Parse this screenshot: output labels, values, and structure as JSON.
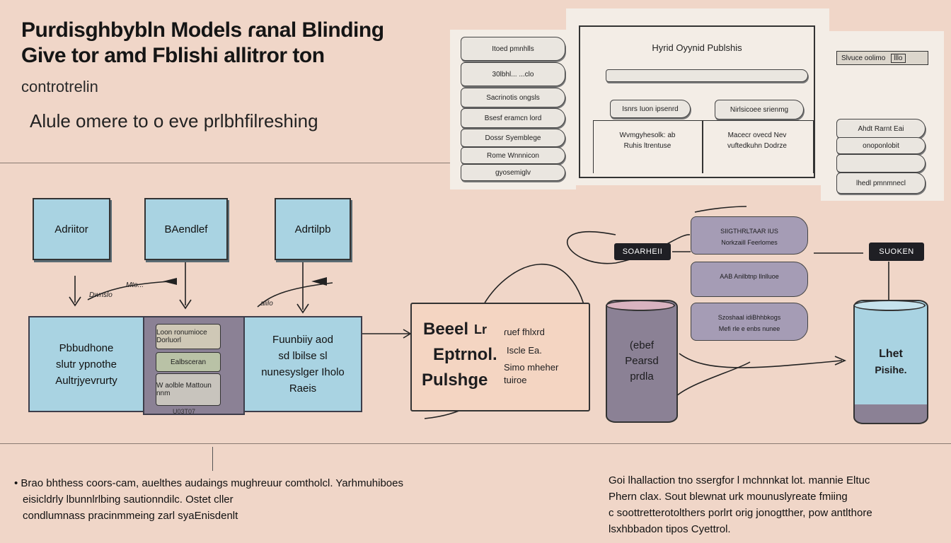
{
  "header": {
    "title_line1": "Purdisghbybln Models ɾanal Blinding",
    "title_line2": "Give tor amd Fblishi allitror ton",
    "subtitle": "controtrelin",
    "tagline": "Alule omere to o eve prlbhfilreshing"
  },
  "top_left_stack": [
    "Itoed pmnhlls",
    "30lbhl... ...clo",
    "Sacrinotis ongsls",
    "Bsesf eramcn lord",
    "Dossr Syemblege",
    "Rome Wnnnicon",
    "gyosemiglv"
  ],
  "top_panel": {
    "title": "Hyrid Oyynid Publshis",
    "sub_left_tab": "Isnrs Iuon ipsenrd",
    "sub_right_tab": "Nirlsicoee srienmg",
    "col_left": [
      "Wvmgyhesolk: ab",
      "Ruhis ltrentuse"
    ],
    "col_right": [
      "Macecr ovecd Nev",
      "vuftedkuhn Dodrze"
    ]
  },
  "top_right": {
    "label": "Slvuce oolimo",
    "badge": "lllo",
    "stack": [
      "Ahdt Rarnt Eai",
      "onoponlobit",
      "",
      "lhedl pmnmnecl"
    ]
  },
  "row1_boxes": [
    "Adriitor",
    "BAendlef",
    "Adrtilpb"
  ],
  "arrow_scribbles": [
    "Dwnslo",
    "Mto...",
    "alilo"
  ],
  "left_box": [
    "Pbbudhone",
    "slutr ypnothe",
    "Aultrjyevrurty"
  ],
  "middle_panel": {
    "items": [
      "Loon ronumioce Dorluorl",
      "Ealbsceran",
      "W aolble Mattoun nnm"
    ],
    "footer": "U03T07"
  },
  "right_box": [
    "Fuunbiiy aod",
    "sd lbilse sl",
    "nunesyslger Iholo",
    "Raeis"
  ],
  "pink_box": {
    "big1": "Beeel",
    "big1b": "Lr",
    "big2": "Eptrnol.",
    "big3": "Pulshge",
    "small1": "ɾuef fhlxrd",
    "small2": "Iscle Ea.",
    "small3": "Simo mheher",
    "small4": "tuiroe"
  },
  "labels": {
    "soar": "SOARHEII",
    "suoken": "SUOKEN"
  },
  "cylinder_mid": [
    "(ebef",
    "Pearsd",
    "prdla"
  ],
  "scrolls": [
    [
      "SIIGTHRLTAAR IUS",
      "Norkzaill Feerlomes"
    ],
    [
      "AAB Anilbtnp Ilnlluoe",
      ""
    ],
    [
      "Szoshaal idiBhhbkogs",
      "Mefi rle e enbs nunee"
    ]
  ],
  "cylinder_right": [
    "Lhet",
    "Pisihe."
  ],
  "footer_left": [
    "Brao bhthess coors-cam,  auelthes audaings mughreuur comtholcl. Yarhmuhiboes",
    "eisicldrly lbunnlrlbing  sautionndilc. Ostet cller",
    "condlumnass pracinmmeing zarl syaEnisdenlt"
  ],
  "footer_right": [
    "Goi lhallaction tno ssergfor l mchnnkat lot. mannie Eltuc",
    "Phern clax. Sout blewnat urk mounuslyreate fmiing",
    "c soottretterotolthers porlrt orig jonogtther,  pow antlthore",
    "lsxhbbadon tipos Cyettrol."
  ],
  "colors": {
    "background": "#f0d6c8",
    "blue_box": "#a9d3e2",
    "purple": "#8b8195",
    "pink_box": "#f4d5c2",
    "dark_label": "#1f1f24"
  }
}
